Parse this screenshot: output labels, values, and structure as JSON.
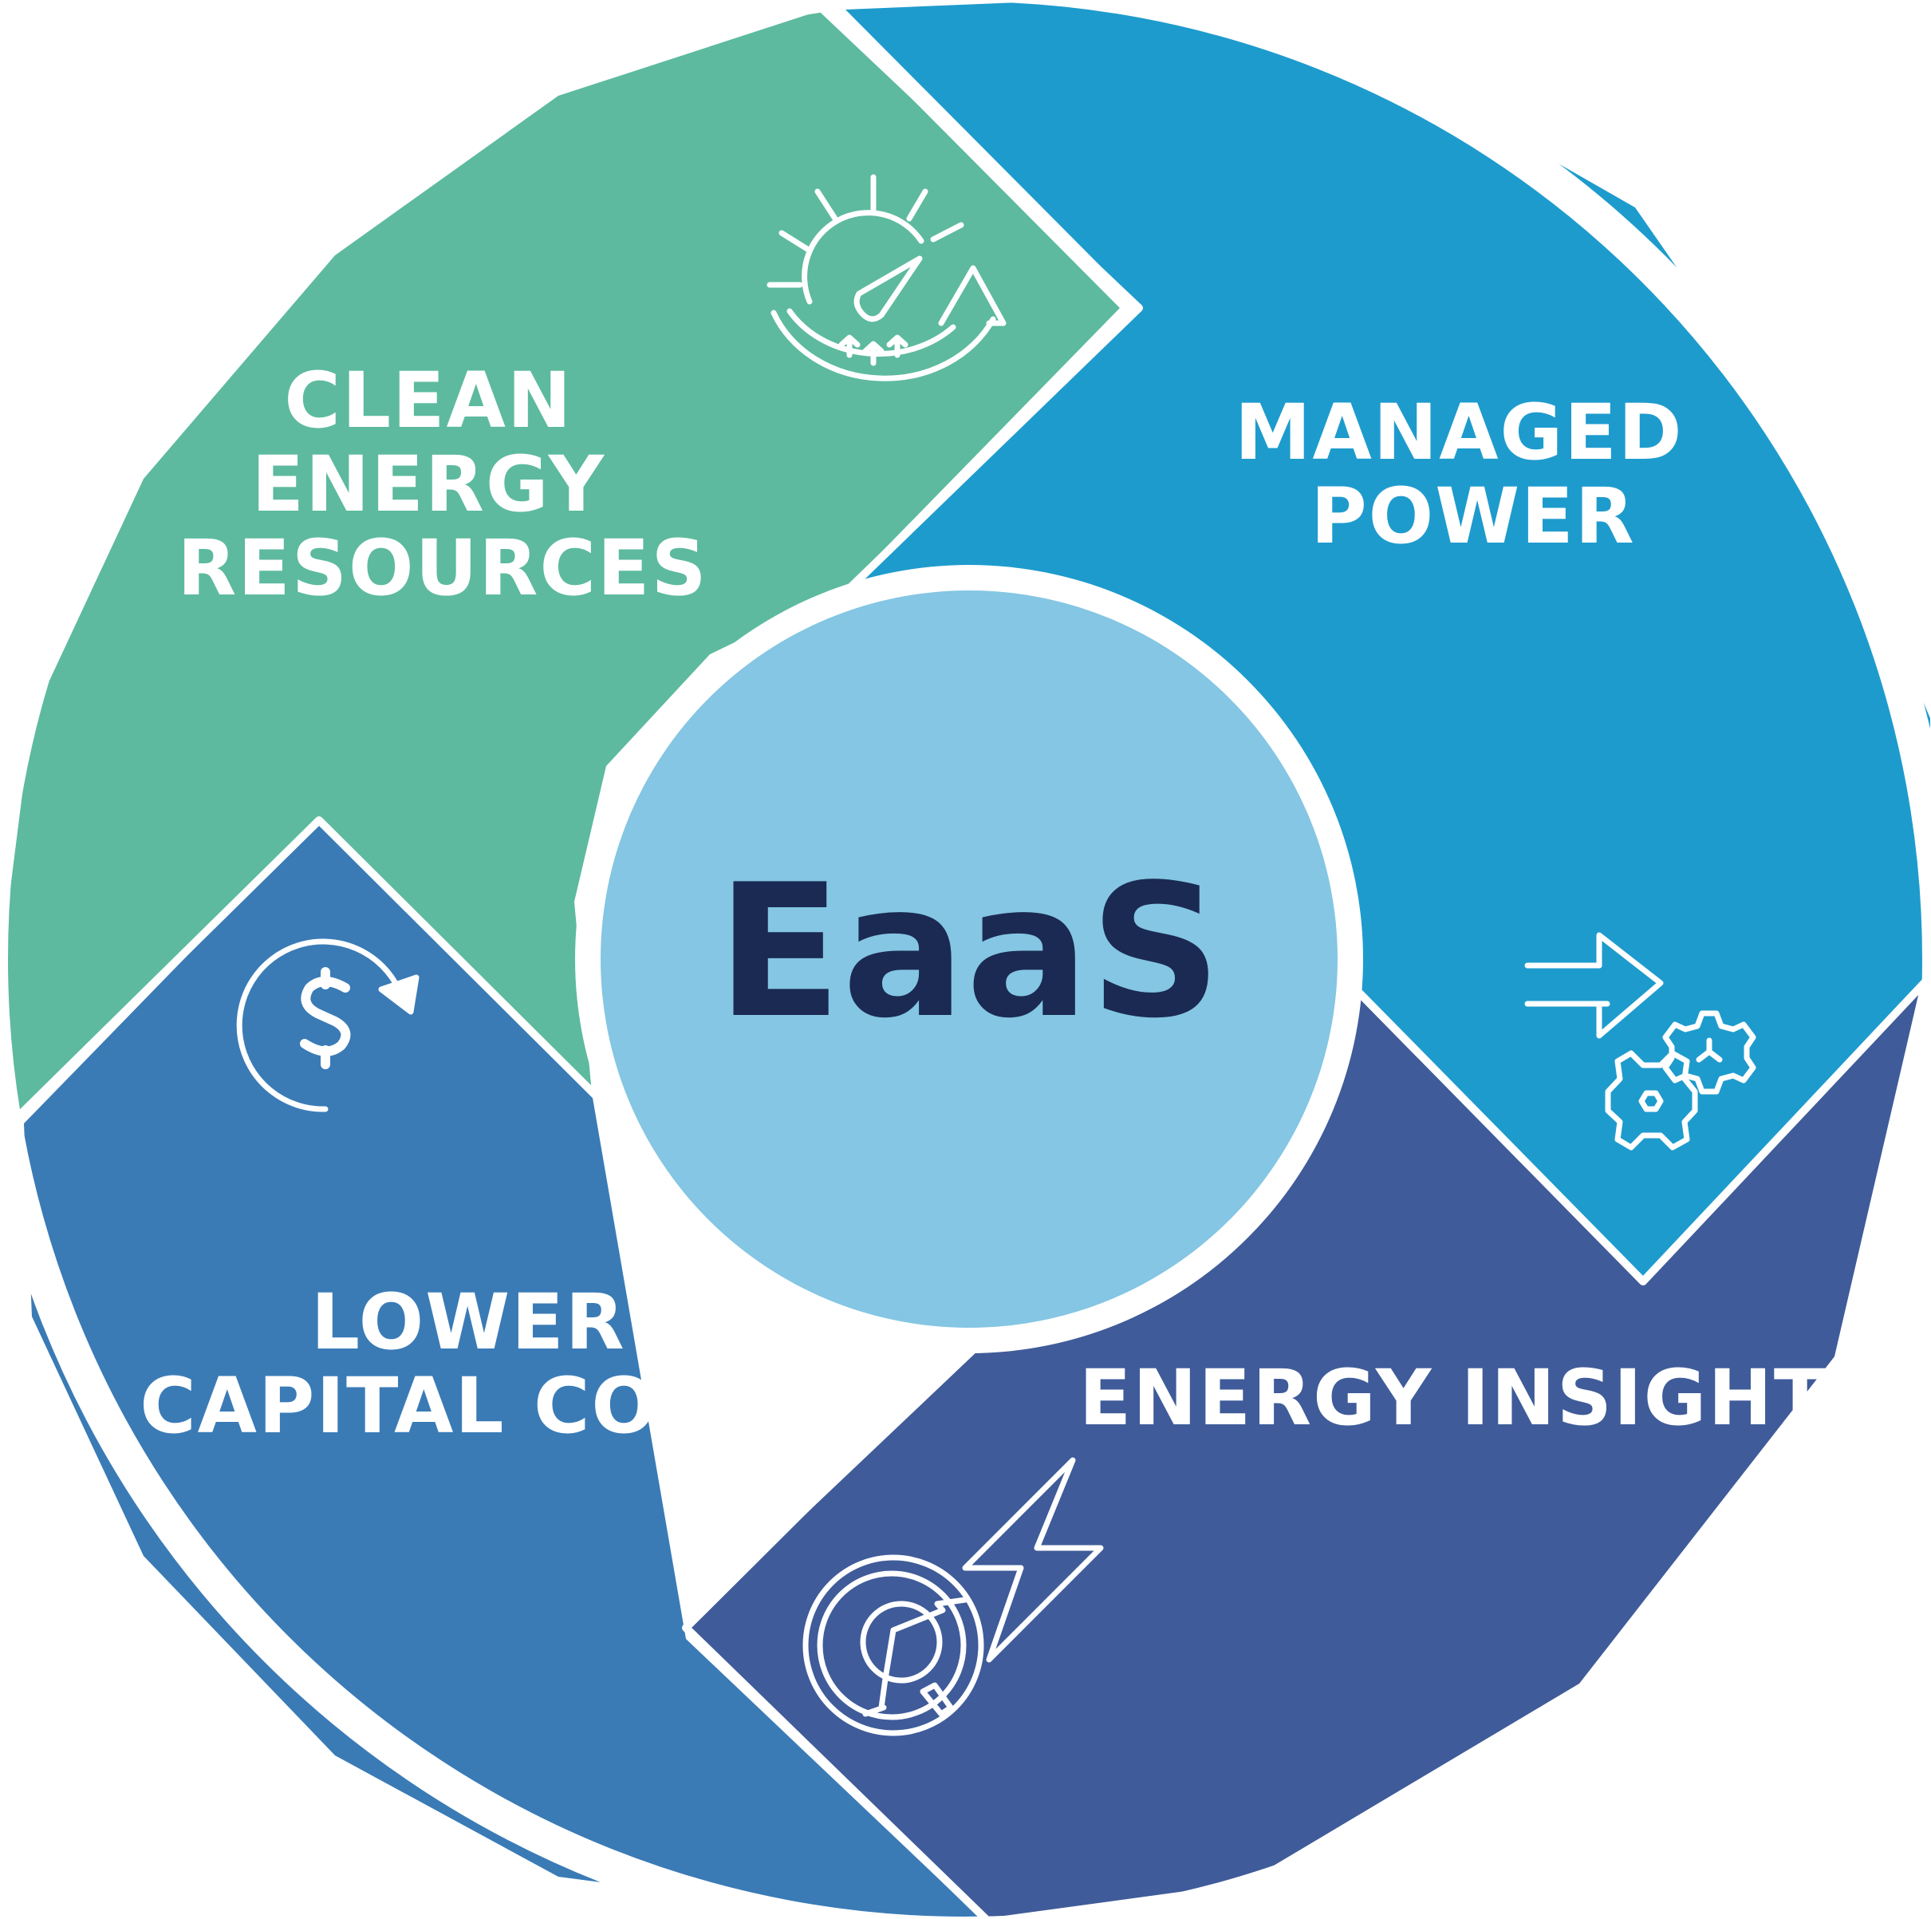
{
  "center": {
    "label": "EaaS"
  },
  "segments": [
    {
      "id": "clean-energy-resources",
      "lines": [
        "CLEAN",
        "ENERGY",
        "RESOURCES"
      ],
      "icon": "sun-gauge-cycle-icon"
    },
    {
      "id": "managed-power",
      "lines": [
        "MANAGED",
        "POWER"
      ],
      "icon": "arrow-gears-icon"
    },
    {
      "id": "energy-insight",
      "lines": [
        "ENERGY INSIGHT"
      ],
      "icon": "gauge-lightning-icon"
    },
    {
      "id": "lower-capital-costs",
      "lines": [
        "LOWER",
        "CAPITAL COSTS"
      ],
      "icon": "dollar-cycle-icon"
    }
  ],
  "colors": {
    "clean_energy": "#5dba9e",
    "managed_power": "#1e9bcd",
    "energy_insight": "#3f5b99",
    "lower_costs": "#3a7bb6",
    "center_fill": "#84c6e3",
    "center_text": "#1b2a52",
    "ring": "#ffffff"
  }
}
